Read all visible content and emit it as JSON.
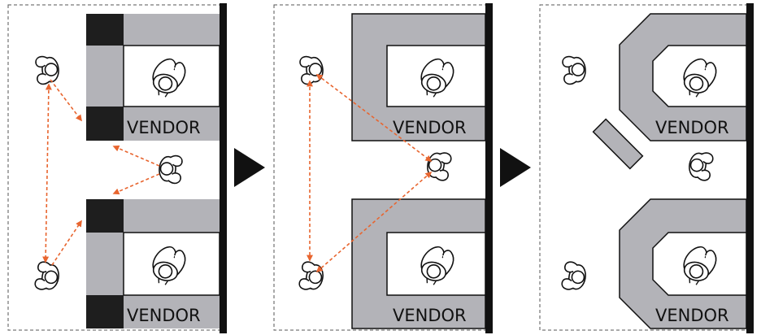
{
  "colors": {
    "counter_gray": "#b3b3b8",
    "counter_dark": "#1e1e1e",
    "wall": "#111111",
    "outline": "#111111",
    "arrow": "#e8652f",
    "frame": "#555555"
  },
  "panels": [
    {
      "name": "layout-1",
      "vendors": [
        {
          "label": "VENDOR"
        },
        {
          "label": "VENDOR"
        }
      ],
      "has_sightline_arrows": true
    },
    {
      "name": "layout-2",
      "vendors": [
        {
          "label": "VENDOR"
        },
        {
          "label": "VENDOR"
        }
      ],
      "has_sightline_arrows": true
    },
    {
      "name": "layout-3",
      "vendors": [
        {
          "label": "VENDOR"
        },
        {
          "label": "VENDOR"
        }
      ],
      "has_sightline_arrows": false
    }
  ],
  "transition_icons": [
    "play-arrow-icon",
    "play-arrow-icon"
  ]
}
